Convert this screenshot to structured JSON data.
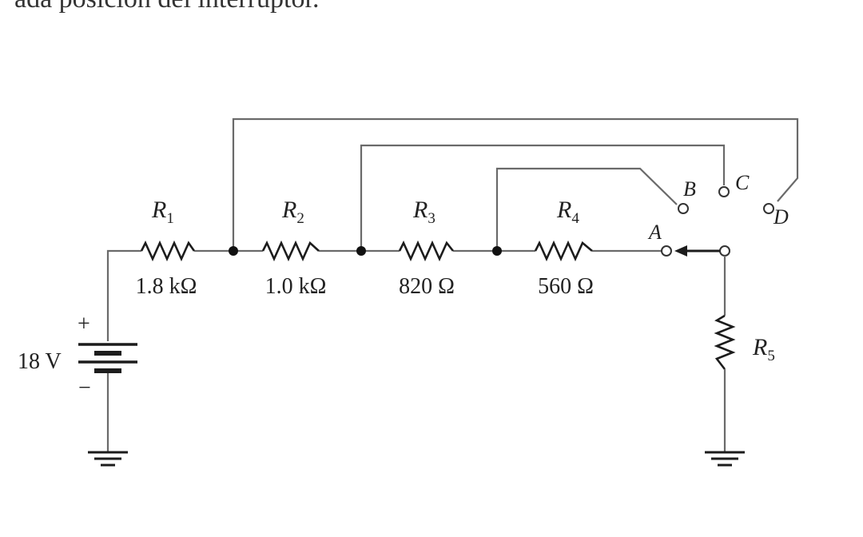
{
  "header": {
    "text": "ada posición del interruptor."
  },
  "components": {
    "R1": {
      "name": "R",
      "sub": "1",
      "value": "1.8 kΩ"
    },
    "R2": {
      "name": "R",
      "sub": "2",
      "value": "1.0 kΩ"
    },
    "R3": {
      "name": "R",
      "sub": "3",
      "value": "820 Ω"
    },
    "R4": {
      "name": "R",
      "sub": "4",
      "value": "560 Ω"
    },
    "R5": {
      "name": "R",
      "sub": "5"
    },
    "battery": {
      "voltage": "18 V",
      "plus": "+",
      "minus": "−"
    }
  },
  "switch_positions": {
    "A": "A",
    "B": "B",
    "C": "C",
    "D": "D"
  },
  "colors": {
    "wire": "#6a6a6a",
    "component": "#1c1c1c",
    "background": "#ffffff"
  }
}
